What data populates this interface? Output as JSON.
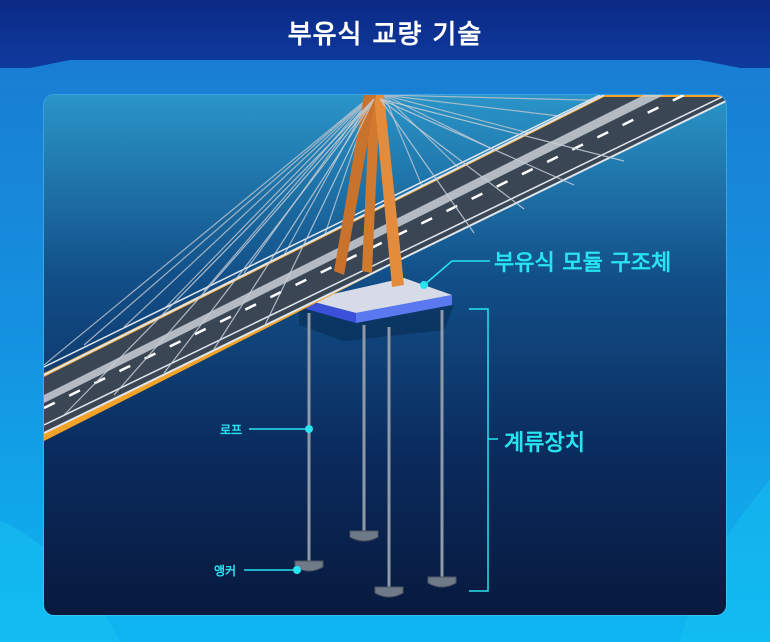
{
  "title": "부유식 교량 기술",
  "labels": {
    "module": "부유식 모듈 구조체",
    "mooring": "계류장치",
    "rope": "로프",
    "anchor": "앵커"
  },
  "colors": {
    "accent": "#27e4f0",
    "header": "#0d2f8e",
    "bridge_edge": "#f2a227",
    "road": "#3a4654",
    "pylon": "#e08a3a"
  }
}
